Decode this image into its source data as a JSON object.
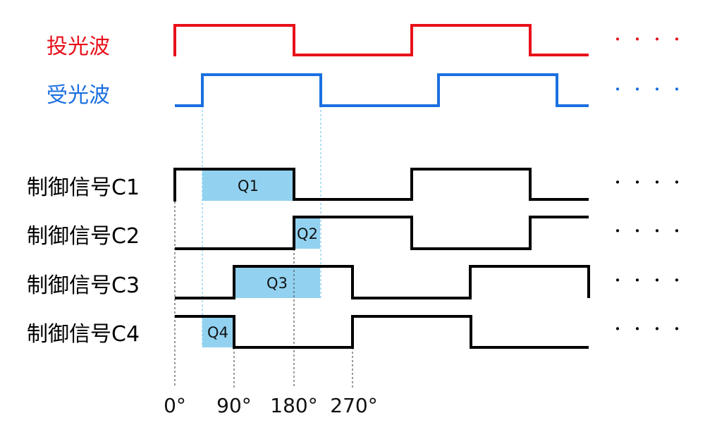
{
  "colors": {
    "emit": "#e8101a",
    "receive": "#1a6fe0",
    "control": "#000000",
    "region": "#92d2f0",
    "guide_light": "#7fcbef",
    "guide_dark": "#555555"
  },
  "signals": [
    {
      "label": "投光波",
      "color_key": "emit"
    },
    {
      "label": "受光波",
      "color_key": "receive"
    },
    {
      "label": "制御信号C1",
      "color_key": "control"
    },
    {
      "label": "制御信号C2",
      "color_key": "control"
    },
    {
      "label": "制御信号C3",
      "color_key": "control"
    },
    {
      "label": "制御信号C4",
      "color_key": "control"
    }
  ],
  "regions": [
    {
      "label": "Q1"
    },
    {
      "label": "Q2"
    },
    {
      "label": "Q3"
    },
    {
      "label": "Q4"
    }
  ],
  "phase_ticks": [
    "0°",
    "90°",
    "180°",
    "270°"
  ],
  "continuation": "・・・・"
}
